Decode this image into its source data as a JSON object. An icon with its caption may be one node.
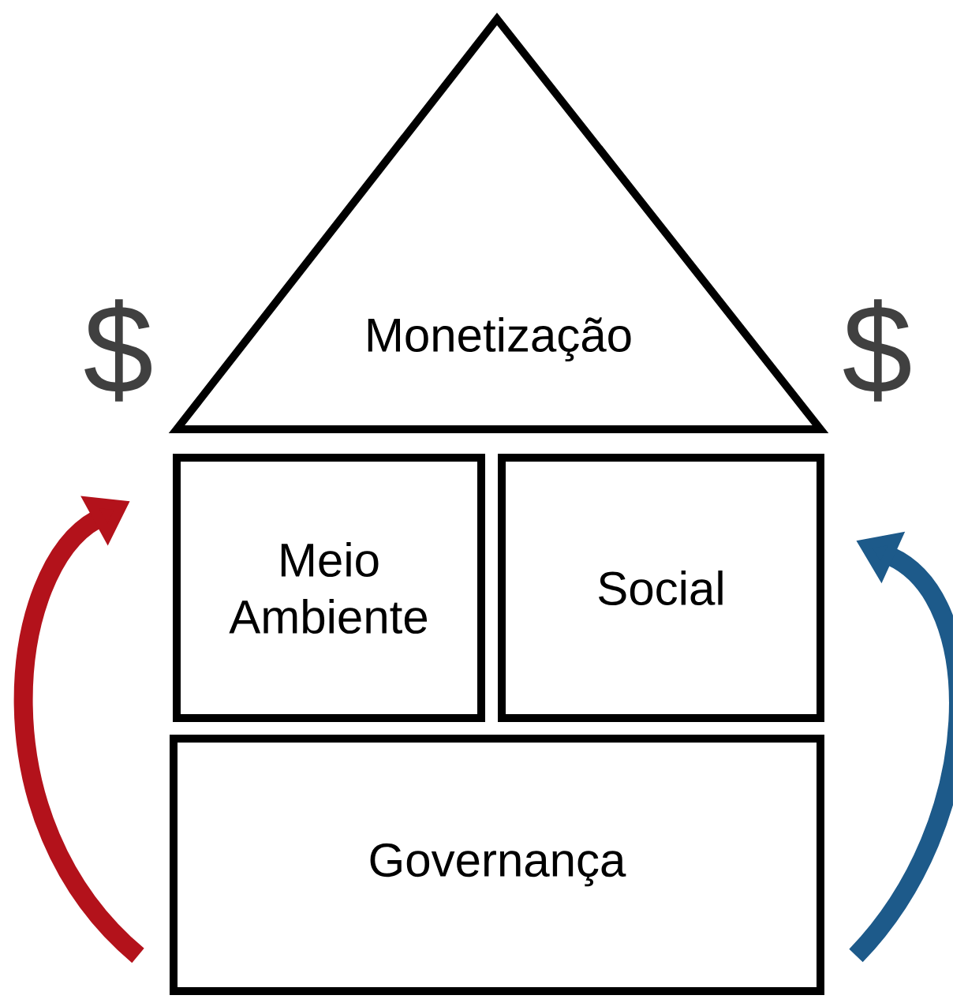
{
  "diagram": {
    "nodes": [
      {
        "text": [
          "Monetização"
        ]
      },
      {
        "text": [
          "Meio Ambiente"
        ]
      },
      {
        "text": [
          "Social"
        ]
      },
      {
        "text": [
          "Governança"
        ]
      }
    ],
    "edges": [
      {
        "from": 3,
        "to": 1,
        "arrow": "to",
        "color": "#b3121b"
      },
      {
        "from": 3,
        "to": 2,
        "arrow": "to",
        "color": "#1d5a8a"
      }
    ],
    "labels": [
      "$",
      "$"
    ]
  }
}
